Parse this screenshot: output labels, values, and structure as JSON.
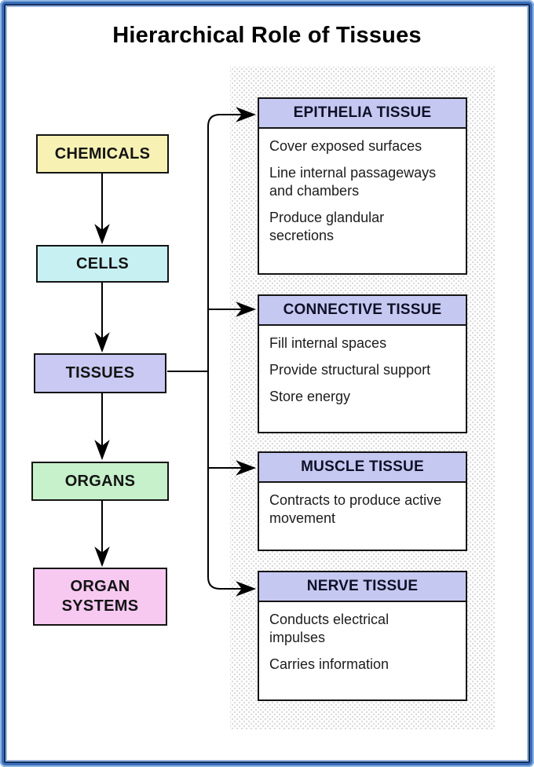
{
  "title": "Hierarchical Role of Tissues",
  "hierarchy": {
    "chemicals": {
      "label": "CHEMICALS",
      "color": "#f7f2b4"
    },
    "cells": {
      "label": "CELLS",
      "color": "#c7f0f2"
    },
    "tissues": {
      "label": "TISSUES",
      "color": "#c9c9f3"
    },
    "organs": {
      "label": "ORGANS",
      "color": "#c6f1ca"
    },
    "organ_systems": {
      "label": "ORGAN SYSTEMS",
      "color": "#f7c9f1"
    }
  },
  "tissue_panels": [
    {
      "title": "EPITHELIA TISSUE",
      "header_color": "#c5c9f1",
      "items": [
        "Cover exposed surfaces",
        "Line internal passageways and chambers",
        "Produce glandular secretions"
      ]
    },
    {
      "title": "CONNECTIVE TISSUE",
      "header_color": "#c5c9f1",
      "items": [
        "Fill internal spaces",
        "Provide structural support",
        "Store energy"
      ]
    },
    {
      "title": "MUSCLE TISSUE",
      "header_color": "#c5c9f1",
      "items": [
        "Contracts to produce active movement"
      ]
    },
    {
      "title": "NERVE TISSUE",
      "header_color": "#c5c9f1",
      "items": [
        "Conducts electrical impulses",
        "Carries information"
      ]
    }
  ],
  "styles": {
    "arrow_color": "#000000",
    "box_border_color": "#141414",
    "frame_blue": "#3a6ebc",
    "frame_navy": "#16305f",
    "dot_color": "#cfcfcf"
  }
}
